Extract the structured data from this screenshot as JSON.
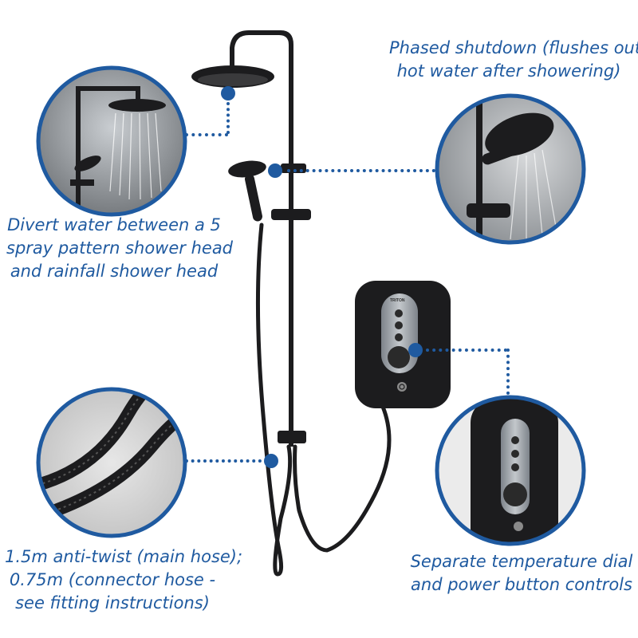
{
  "captions": {
    "phased_shutdown": [
      "Phased shutdown (flushes out",
      "hot water after showering)"
    ],
    "divert_water": [
      "Divert water between a 5",
      "spray pattern shower head",
      "and rainfall shower head"
    ],
    "hose": [
      "1.5m anti-twist (main hose);",
      "0.75m (connector hose -",
      "see fitting instructions)"
    ],
    "controls": [
      "Separate temperature dial",
      "and power button controls"
    ]
  },
  "brand_mark": "TRITON",
  "colors": {
    "accent": "#1f5aa0",
    "fixture": "#1c1c1e",
    "panel": "#9aa0a6"
  },
  "icons": [
    "rainfall-head-icon",
    "handheld-head-icon",
    "power-icon",
    "temperature-dial-icon"
  ]
}
